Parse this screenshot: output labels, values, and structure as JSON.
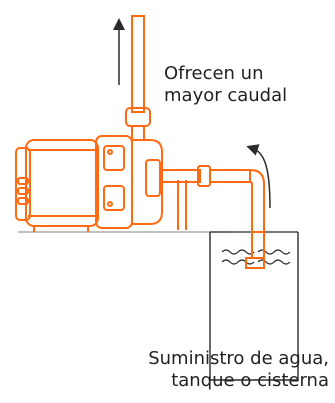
{
  "labels": {
    "outlet_line1": "Ofrecen un",
    "outlet_line2": "mayor caudal",
    "source_line1": "Suministro de agua,",
    "source_line2": "tanque o cisterna"
  },
  "colors": {
    "pipe": "#ff6a13",
    "line": "#2b2b2b",
    "text": "#222222"
  },
  "icons": {
    "outlet_arrow": "arrow-up-icon",
    "suction_arrow": "curved-arrow-icon"
  }
}
